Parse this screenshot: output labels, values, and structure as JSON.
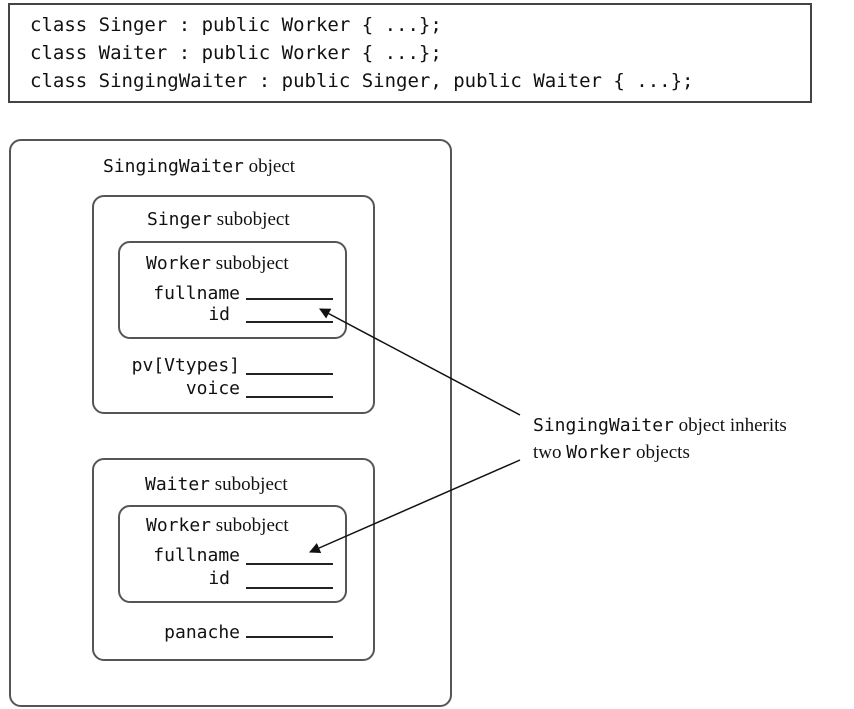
{
  "code": {
    "lines": [
      "class Singer : public Worker { ...};",
      "class Waiter : public Worker { ...};",
      "class SingingWaiter : public Singer, public Waiter { ...};"
    ]
  },
  "outer": {
    "class_name": "SingingWaiter",
    "suffix": "object"
  },
  "singer": {
    "class_name": "Singer",
    "suffix": "subobject",
    "worker": {
      "class_name": "Worker",
      "suffix": "subobject",
      "fields": [
        "fullname",
        "id"
      ]
    },
    "fields": [
      "pv[Vtypes]",
      "voice"
    ]
  },
  "waiter": {
    "class_name": "Waiter",
    "suffix": "subobject",
    "worker": {
      "class_name": "Worker",
      "suffix": "subobject",
      "fields": [
        "fullname",
        "id"
      ]
    },
    "fields": [
      "panache"
    ]
  },
  "callout": {
    "line1_code": "SingingWaiter",
    "line1_text": "object inherits",
    "line2_prefix": "two",
    "line2_code": "Worker",
    "line2_text": "objects"
  }
}
